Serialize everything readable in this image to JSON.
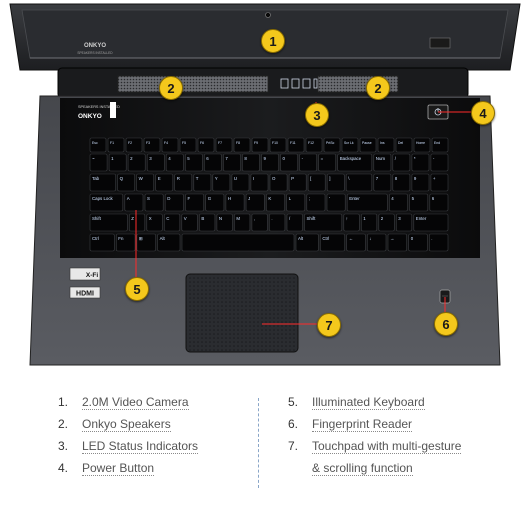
{
  "laptop": {
    "bezel_logo": "ONKYO",
    "bezel_logo_sub": "SPEAKERS INSTALLED",
    "palm_logo": "ONKYO",
    "palm_logo_sub": "SPEAKERS INSTALLED",
    "xfi_badge": "X-Fi",
    "hdmi_badge": "HDMI",
    "led_icons": [
      "▢",
      "▢",
      "▢",
      "▢"
    ]
  },
  "keyboard": {
    "rows": [
      [
        "Esc",
        "F1",
        "F2",
        "F3",
        "F4",
        "F5",
        "F6",
        "F7",
        "F8",
        "F9",
        "F10",
        "F11",
        "F12",
        "PrtSc",
        "Scr Lk",
        "Pause",
        "Ins",
        "Del",
        "Home",
        "End"
      ],
      [
        "~",
        "1",
        "2",
        "3",
        "4",
        "5",
        "6",
        "7",
        "8",
        "9",
        "0",
        "-",
        "=",
        "Backspace",
        "Num",
        "/",
        "*",
        "-"
      ],
      [
        "Tab",
        "Q",
        "W",
        "E",
        "R",
        "T",
        "Y",
        "U",
        "I",
        "O",
        "P",
        "[",
        "]",
        "\\",
        "7",
        "8",
        "9",
        "+"
      ],
      [
        "Caps Lock",
        "A",
        "S",
        "D",
        "F",
        "G",
        "H",
        "J",
        "K",
        "L",
        ";",
        "'",
        "Enter",
        "4",
        "5",
        "6"
      ],
      [
        "Shift",
        "Z",
        "X",
        "C",
        "V",
        "B",
        "N",
        "M",
        ",",
        ".",
        "/",
        "Shift",
        "↑",
        "1",
        "2",
        "3",
        "Enter"
      ],
      [
        "Ctrl",
        "Fn",
        "⊞",
        "Alt",
        "",
        "Alt",
        "Ctrl",
        "←",
        "↓",
        "→",
        "0",
        "."
      ]
    ]
  },
  "callouts": [
    "1",
    "2",
    "2",
    "3",
    "4",
    "5",
    "6",
    "7"
  ],
  "legend": {
    "left": [
      {
        "num": "1.",
        "label": "2.0M Video Camera"
      },
      {
        "num": "2.",
        "label": "Onkyo Speakers"
      },
      {
        "num": "3.",
        "label": "LED Status Indicators"
      },
      {
        "num": "4.",
        "label": "Power Button"
      }
    ],
    "right": [
      {
        "num": "5.",
        "label": "Illuminated Keyboard"
      },
      {
        "num": "6.",
        "label": "Fingerprint Reader"
      },
      {
        "num": "7.",
        "label": "Touchpad with multi-gesture"
      },
      {
        "num": "",
        "label": "& scrolling function"
      }
    ]
  },
  "colors": {
    "callout": "#f4c81c",
    "key_text": "#cfe2ff",
    "chassis": "#2b2d31"
  }
}
